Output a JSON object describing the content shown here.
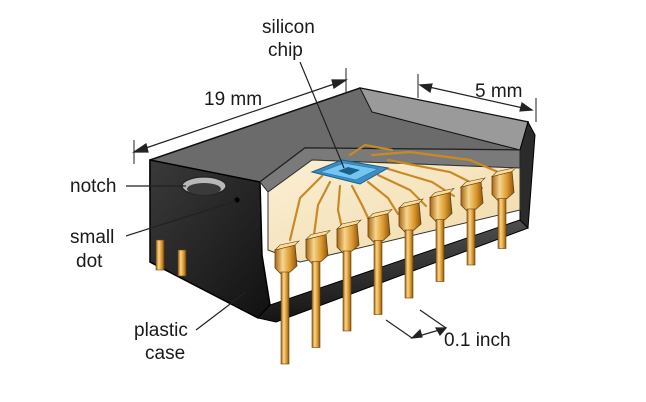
{
  "labels": {
    "silicon": "silicon",
    "chip": "chip",
    "length": "19 mm",
    "width": "5 mm",
    "notch": "notch",
    "small": "small",
    "dot": "dot",
    "plastic": "plastic",
    "case": "case",
    "pitch": "0.1 inch"
  },
  "colors": {
    "case_dark": "#1c1c1c",
    "case_mid": "#4a4a4a",
    "case_light": "#8a8a8a",
    "cavity": "#f7e6c2",
    "die": "#4fb3e6",
    "pin_gold": "#e0a030",
    "pin_light": "#f6d48a",
    "pin_dark": "#9a5f12"
  }
}
